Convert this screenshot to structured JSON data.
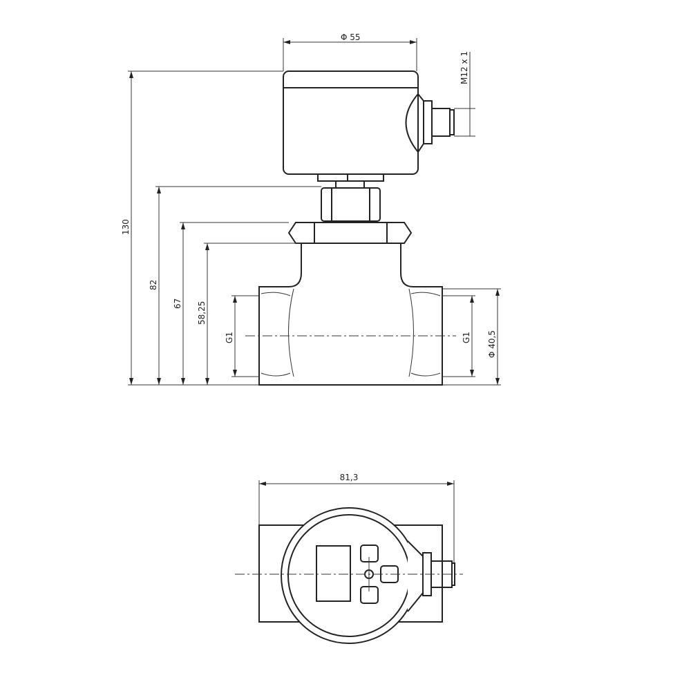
{
  "dimensions": {
    "housing_diameter": "Φ 55",
    "connector_thread": "M12 x 1",
    "total_height": "130",
    "height_hex": "82",
    "height_nut": "67",
    "height_body": "58,25",
    "thread_left": "G1",
    "thread_right": "G1",
    "pipe_diameter": "Φ 40,5",
    "total_width": "81,3"
  },
  "colors": {
    "line": "#222222",
    "background": "#ffffff"
  }
}
